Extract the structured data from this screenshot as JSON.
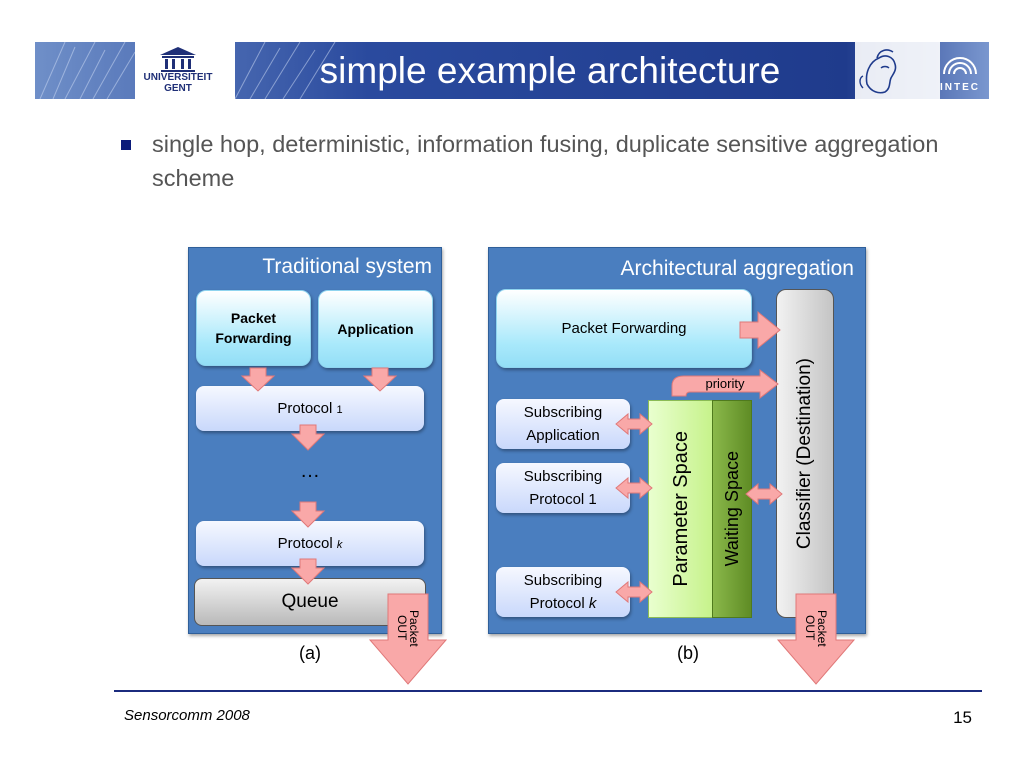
{
  "header": {
    "title": "simple example architecture",
    "logo_left_text": "UNIVERSITEIT\nGENT",
    "logo_right_text": "INTEC"
  },
  "bullet": {
    "text": "single hop, deterministic, information fusing, duplicate sensitive aggregation scheme"
  },
  "diagram_a": {
    "title": "Traditional system",
    "packet_forwarding": "Packet Forwarding",
    "application": "Application",
    "protocol_1_base": "Protocol ",
    "protocol_1_sub": "1",
    "ellipsis": "…",
    "protocol_k_base": "Protocol ",
    "protocol_k_sub": "k",
    "queue": "Queue",
    "packet_out": "Packet OUT",
    "caption": "(a)"
  },
  "diagram_b": {
    "title": "Architectural aggregation",
    "packet_forwarding": "Packet Forwarding",
    "priority": "priority",
    "sub_app": "Subscribing Application",
    "sub_proto1": "Subscribing Protocol 1",
    "sub_protok_base": "Subscribing Protocol ",
    "sub_protok_italic": "k",
    "parameter_space": "Parameter Space",
    "waiting_space": "Waiting Space",
    "classifier": "Classifier (Destination)",
    "packet_out": "Packet OUT",
    "caption": "(b)"
  },
  "footer": {
    "left": "Sensorcomm 2008",
    "page_number": "15"
  },
  "colors": {
    "header_bg": "#1f3b8c",
    "panel": "#4a7ebf",
    "arrow_fill": "#f9a8a8",
    "arrow_stroke": "#e07878",
    "parameter_space": "#c6f28a",
    "waiting_space": "#6f9e2e",
    "classifier": "#dadada"
  }
}
